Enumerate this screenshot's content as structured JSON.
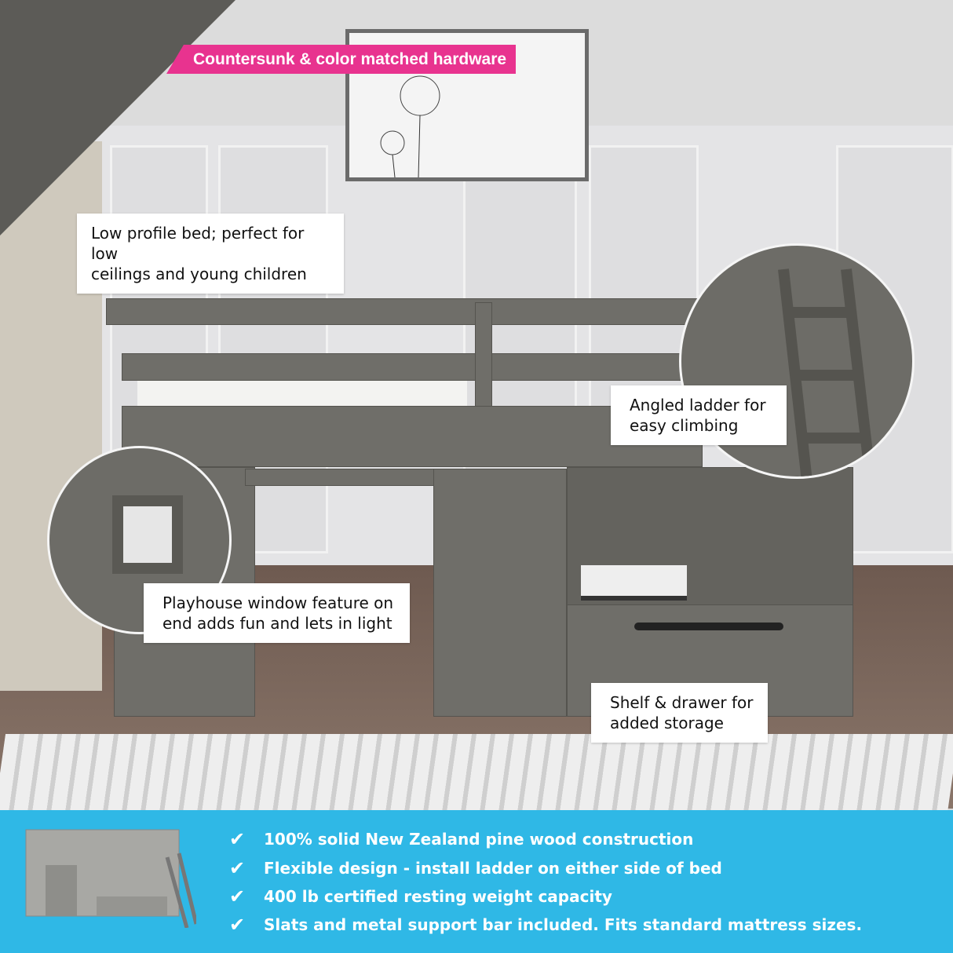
{
  "callouts": {
    "hardware": "Countersunk & color matched hardware",
    "low_profile": [
      "Low profile bed; perfect for low",
      "ceilings and young children"
    ],
    "ladder": [
      "Angled ladder for",
      "easy climbing"
    ],
    "window": [
      "Playhouse window feature on",
      "end adds fun and lets in light"
    ],
    "storage": [
      "Shelf & drawer for",
      "added storage"
    ]
  },
  "features": [
    {
      "icon": "checkmark-icon",
      "text": "100% solid New Zealand pine wood construction"
    },
    {
      "icon": "checkmark-icon",
      "text": "Flexible design - install ladder on either side of bed"
    },
    {
      "icon": "checkmark-icon",
      "text": "400 lb certified resting weight capacity"
    },
    {
      "icon": "checkmark-icon",
      "text": "Slats and metal support bar included. Fits standard mattress sizes."
    }
  ],
  "colors": {
    "accent_pink": "#e8338f",
    "banner_blue": "#2fb8e6",
    "wood_gray": "#6f6e69"
  }
}
